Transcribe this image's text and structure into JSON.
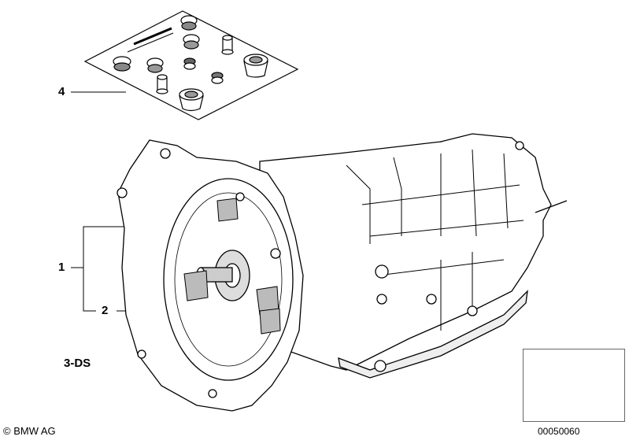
{
  "callouts": {
    "item1": "1",
    "item2": "2",
    "item4": "4"
  },
  "variant_label": "3-DS",
  "copyright": "© BMW AG",
  "image_number": "00050060",
  "icons": {
    "transmission": "automatic-transmission-illustration",
    "parts_kit": "seal-and-plug-kit-illustration",
    "locator": "vehicle-location-thumbnail"
  }
}
